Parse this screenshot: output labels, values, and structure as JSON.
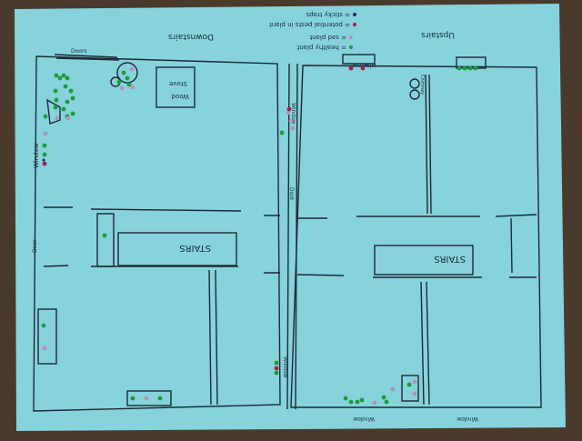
{
  "colors": {
    "paper": "#86d3dc",
    "ink": "#1c2a33",
    "healthy": "#1f9a3a",
    "sad": "#b98fc0",
    "pests": "#a3204a",
    "traps": "#1b2a80",
    "table": "#4a3a2c"
  },
  "headings": {
    "downstairs": "Downstairs",
    "upstairs": "Upstairs"
  },
  "legend": [
    {
      "key": "healthy",
      "label": "= healthy plant"
    },
    {
      "key": "sad",
      "label": "= sad plant"
    },
    {
      "key": "pests",
      "label": "= potential pests in plant"
    },
    {
      "key": "traps",
      "label": "= sticky traps"
    }
  ],
  "labels": {
    "doors": "Doors",
    "wood_stove_1": "Wood",
    "wood_stove_2": "Stove",
    "window_left": "Window",
    "door_left": "Door",
    "stairs_down": "STAIRS",
    "window_mid_top": "Window",
    "door_mid": "Door",
    "window_mid_bottom": "Window",
    "window_up_1": "window",
    "window_up_2": "window",
    "chimney": "Chimney",
    "stairs_up": "STAIRS",
    "window_up_bottom_1": "Window",
    "window_up_bottom_2": "Window"
  }
}
